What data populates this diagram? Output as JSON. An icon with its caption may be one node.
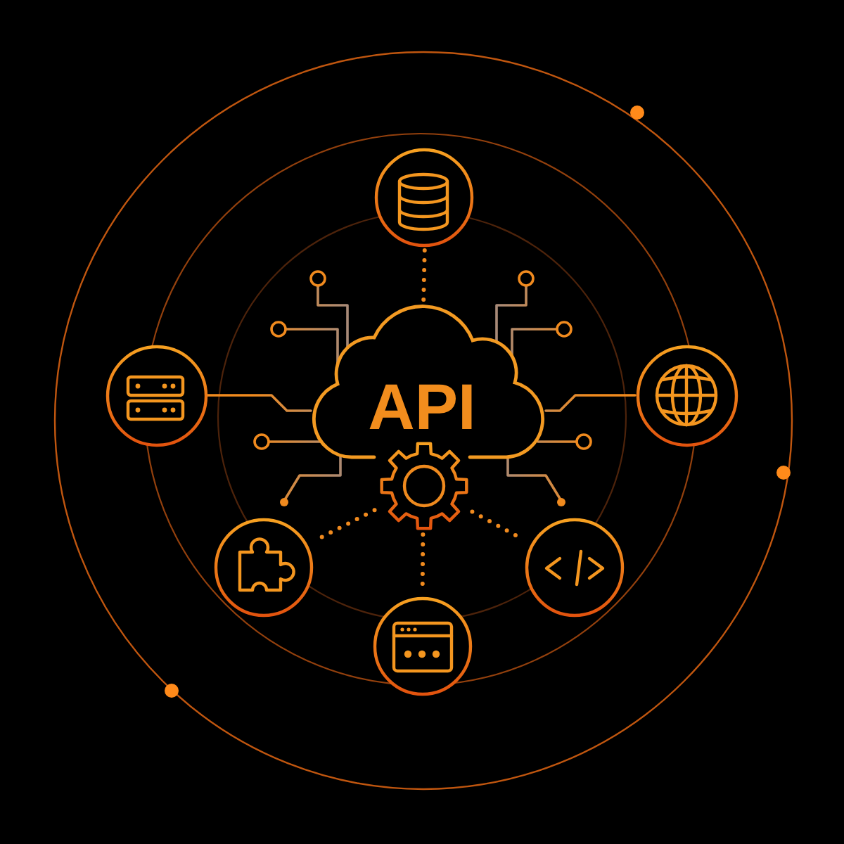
{
  "diagram": {
    "nodes": [
      {
        "text": [],
        "shape": "circle"
      },
      {
        "text": [
          "API"
        ]
      },
      {
        "text": [],
        "shape": "circle"
      },
      {
        "text": [],
        "shape": "circle"
      },
      {
        "text": [],
        "shape": "gear"
      },
      {
        "text": [],
        "shape": "circle"
      },
      {
        "text": [],
        "shape": "circle"
      },
      {
        "text": [],
        "shape": "circle"
      }
    ],
    "edges": [
      {
        "from": 0,
        "to": 1,
        "arrow": "none",
        "style": "dashed"
      },
      {
        "from": 2,
        "to": 1,
        "arrow": "none"
      },
      {
        "from": 1,
        "to": 3,
        "arrow": "none"
      },
      {
        "from": 4,
        "to": 5,
        "arrow": "none",
        "style": "dashed"
      },
      {
        "from": 4,
        "to": 7,
        "arrow": "none",
        "style": "dashed"
      },
      {
        "from": 4,
        "to": 6,
        "arrow": "none",
        "style": "dashed"
      }
    ]
  }
}
